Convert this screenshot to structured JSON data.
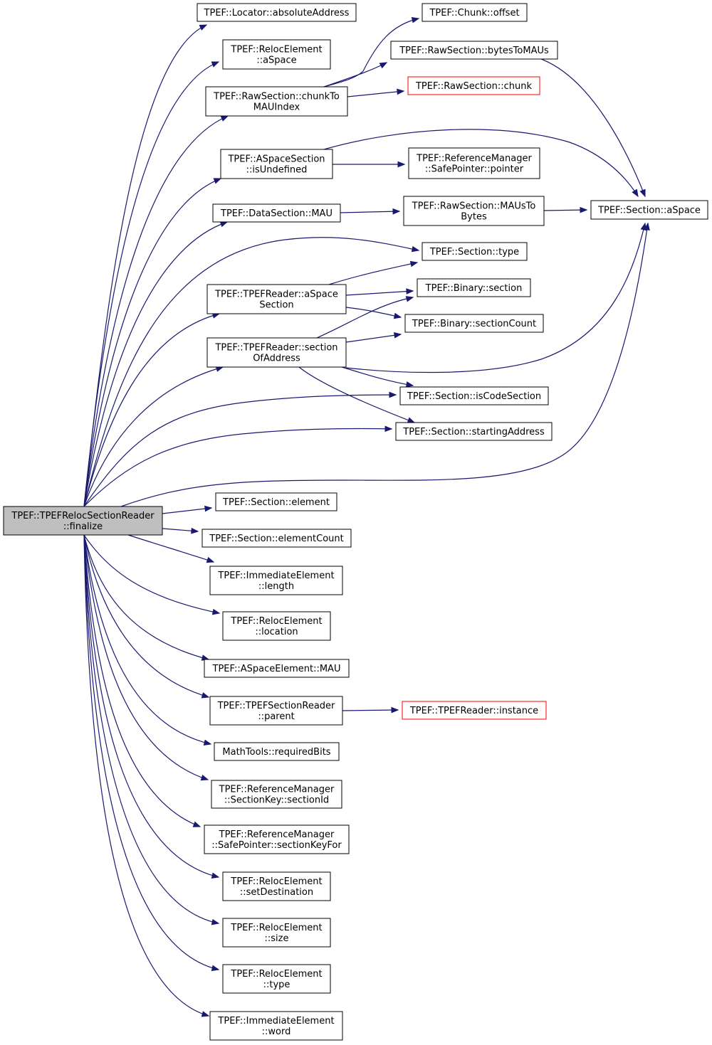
{
  "colors": {
    "edge": "#191970",
    "node_border": "#000000",
    "node_border_truncated": "#ff0000",
    "root_fill": "#bfbfbf",
    "node_fill": "#ffffff"
  },
  "nodes": [
    {
      "id": "root",
      "lines": [
        "TPEF::TPEFRelocSectionReader",
        "::finalize"
      ],
      "root": true
    },
    {
      "id": "absoluteAddress",
      "lines": [
        "TPEF::Locator::absoluteAddress"
      ]
    },
    {
      "id": "relocASpace",
      "lines": [
        "TPEF::RelocElement",
        "::aSpace"
      ]
    },
    {
      "id": "chunkToMAUIndex",
      "lines": [
        "TPEF::RawSection::chunkTo",
        "MAUIndex"
      ]
    },
    {
      "id": "isUndefined",
      "lines": [
        "TPEF::ASpaceSection",
        "::isUndefined"
      ]
    },
    {
      "id": "dataSectionMAU",
      "lines": [
        "TPEF::DataSection::MAU"
      ]
    },
    {
      "id": "aSpaceSection",
      "lines": [
        "TPEF::TPEFReader::aSpace",
        "Section"
      ]
    },
    {
      "id": "sectionOfAddress",
      "lines": [
        "TPEF::TPEFReader::section",
        "OfAddress"
      ]
    },
    {
      "id": "chunkOffset",
      "lines": [
        "TPEF::Chunk::offset"
      ]
    },
    {
      "id": "bytesToMAUs",
      "lines": [
        "TPEF::RawSection::bytesToMAUs"
      ]
    },
    {
      "id": "rawChunk",
      "lines": [
        "TPEF::RawSection::chunk"
      ],
      "truncated": true
    },
    {
      "id": "safePointer",
      "lines": [
        "TPEF::ReferenceManager",
        "::SafePointer::pointer"
      ]
    },
    {
      "id": "mausToBytes",
      "lines": [
        "TPEF::RawSection::MAUsTo",
        "Bytes"
      ]
    },
    {
      "id": "sectionASpace",
      "lines": [
        "TPEF::Section::aSpace"
      ]
    },
    {
      "id": "sectionType",
      "lines": [
        "TPEF::Section::type"
      ]
    },
    {
      "id": "binarySection",
      "lines": [
        "TPEF::Binary::section"
      ]
    },
    {
      "id": "sectionCount",
      "lines": [
        "TPEF::Binary::sectionCount"
      ]
    },
    {
      "id": "isCodeSection",
      "lines": [
        "TPEF::Section::isCodeSection"
      ]
    },
    {
      "id": "startingAddress",
      "lines": [
        "TPEF::Section::startingAddress"
      ]
    },
    {
      "id": "sectionElement",
      "lines": [
        "TPEF::Section::element"
      ]
    },
    {
      "id": "elementCount",
      "lines": [
        "TPEF::Section::elementCount"
      ]
    },
    {
      "id": "immLength",
      "lines": [
        "TPEF::ImmediateElement",
        "::length"
      ]
    },
    {
      "id": "relocLocation",
      "lines": [
        "TPEF::RelocElement",
        "::location"
      ]
    },
    {
      "id": "aSpaceElementMAU",
      "lines": [
        "TPEF::ASpaceElement::MAU"
      ]
    },
    {
      "id": "parent",
      "lines": [
        "TPEF::TPEFSectionReader",
        "::parent"
      ]
    },
    {
      "id": "readerInstance",
      "lines": [
        "TPEF::TPEFReader::instance"
      ],
      "truncated": true
    },
    {
      "id": "requiredBits",
      "lines": [
        "MathTools::requiredBits"
      ]
    },
    {
      "id": "sectionId",
      "lines": [
        "TPEF::ReferenceManager",
        "::SectionKey::sectionId"
      ]
    },
    {
      "id": "sectionKeyFor",
      "lines": [
        "TPEF::ReferenceManager",
        "::SafePointer::sectionKeyFor"
      ]
    },
    {
      "id": "setDestination",
      "lines": [
        "TPEF::RelocElement",
        "::setDestination"
      ]
    },
    {
      "id": "relocSize",
      "lines": [
        "TPEF::RelocElement",
        "::size"
      ]
    },
    {
      "id": "relocType",
      "lines": [
        "TPEF::RelocElement",
        "::type"
      ]
    },
    {
      "id": "immWord",
      "lines": [
        "TPEF::ImmediateElement",
        "::word"
      ]
    }
  ],
  "edges": [
    [
      "root",
      "absoluteAddress"
    ],
    [
      "root",
      "relocASpace"
    ],
    [
      "root",
      "chunkToMAUIndex"
    ],
    [
      "root",
      "isUndefined"
    ],
    [
      "root",
      "dataSectionMAU"
    ],
    [
      "root",
      "sectionType"
    ],
    [
      "root",
      "aSpaceSection"
    ],
    [
      "root",
      "sectionOfAddress"
    ],
    [
      "root",
      "isCodeSection"
    ],
    [
      "root",
      "startingAddress"
    ],
    [
      "root",
      "sectionASpace"
    ],
    [
      "root",
      "sectionElement"
    ],
    [
      "root",
      "elementCount"
    ],
    [
      "root",
      "immLength"
    ],
    [
      "root",
      "relocLocation"
    ],
    [
      "root",
      "aSpaceElementMAU"
    ],
    [
      "root",
      "parent"
    ],
    [
      "root",
      "requiredBits"
    ],
    [
      "root",
      "sectionId"
    ],
    [
      "root",
      "sectionKeyFor"
    ],
    [
      "root",
      "setDestination"
    ],
    [
      "root",
      "relocSize"
    ],
    [
      "root",
      "relocType"
    ],
    [
      "root",
      "immWord"
    ],
    [
      "chunkToMAUIndex",
      "chunkOffset"
    ],
    [
      "chunkToMAUIndex",
      "bytesToMAUs"
    ],
    [
      "chunkToMAUIndex",
      "rawChunk"
    ],
    [
      "bytesToMAUs",
      "sectionASpace"
    ],
    [
      "isUndefined",
      "sectionASpace"
    ],
    [
      "isUndefined",
      "safePointer"
    ],
    [
      "dataSectionMAU",
      "mausToBytes"
    ],
    [
      "mausToBytes",
      "sectionASpace"
    ],
    [
      "aSpaceSection",
      "sectionType"
    ],
    [
      "aSpaceSection",
      "binarySection"
    ],
    [
      "aSpaceSection",
      "sectionCount"
    ],
    [
      "sectionOfAddress",
      "binarySection"
    ],
    [
      "sectionOfAddress",
      "sectionCount"
    ],
    [
      "sectionOfAddress",
      "sectionASpace"
    ],
    [
      "sectionOfAddress",
      "isCodeSection"
    ],
    [
      "sectionOfAddress",
      "startingAddress"
    ],
    [
      "parent",
      "readerInstance"
    ]
  ]
}
